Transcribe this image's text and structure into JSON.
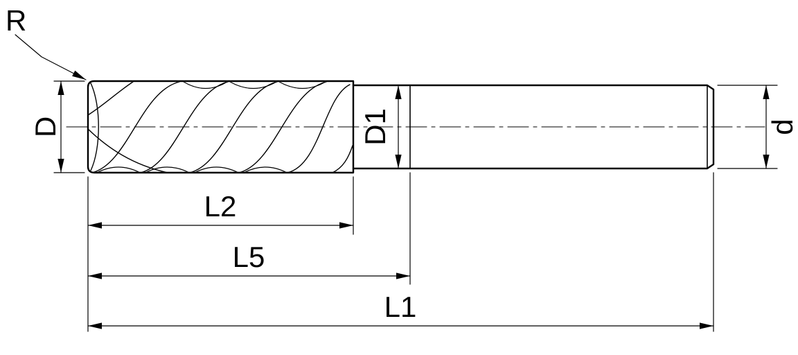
{
  "drawing": {
    "labels": {
      "corner_radius": "R",
      "cutting_diameter": "D",
      "neck_diameter": "D1",
      "shank_diameter": "d",
      "flute_length": "L2",
      "neck_length": "L5",
      "overall_length": "L1"
    },
    "colors": {
      "line": "#000000",
      "background": "#ffffff"
    }
  }
}
